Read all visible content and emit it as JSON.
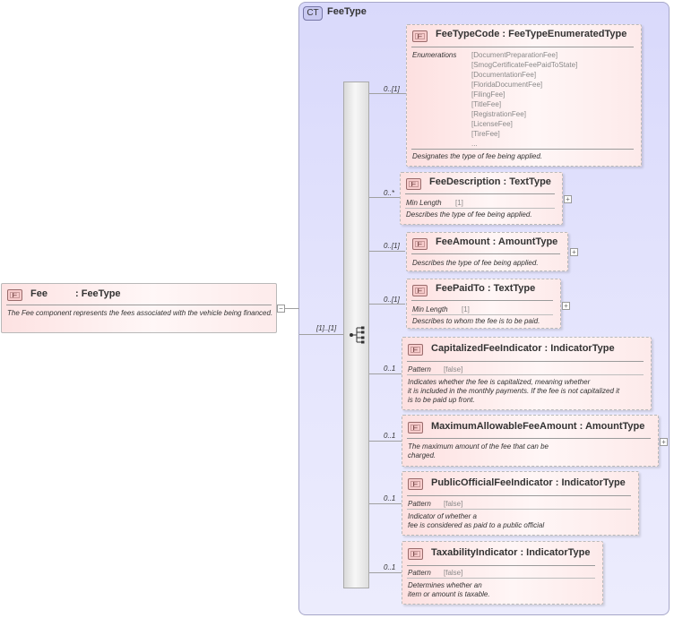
{
  "root": {
    "name": "Fee",
    "type": ": FeeType",
    "doc": "The Fee component represents the fees associated with the vehicle being financed.",
    "badge": "E",
    "collapse": "−"
  },
  "complex_type": {
    "badge": "CT",
    "name": "FeeType"
  },
  "sequence_cardinality": "[1]..[1]",
  "elements": [
    {
      "name": "FeeTypeCode",
      "type": ": FeeTypeEnumeratedType",
      "card": "0..[1]",
      "facet_label": "Enumerations",
      "facet_values": [
        "[DocumentPreparationFee]",
        "[SmogCertificateFeePaidToState]",
        "[DocumentationFee]",
        "[FloridaDocumentFee]",
        "[FilingFee]",
        "[TitleFee]",
        "[RegistrationFee]",
        "[LicenseFee]",
        "[TireFee]",
        "..."
      ],
      "doc": "Designates the type of fee being applied."
    },
    {
      "name": "FeeDescription",
      "type": ": TextType",
      "card": "0..*",
      "facet_label": "Min Length",
      "facet_values": [
        "[1]"
      ],
      "doc": "Describes the type of fee being applied.",
      "expand": "+"
    },
    {
      "name": "FeeAmount",
      "type": ": AmountType",
      "card": "0..[1]",
      "doc": "Describes the type of fee being applied.",
      "expand": "+"
    },
    {
      "name": "FeePaidTo",
      "type": ": TextType",
      "card": "0..[1]",
      "facet_label": "Min Length",
      "facet_values": [
        "[1]"
      ],
      "doc": "Describes to whom the fee is to be paid.",
      "expand": "+"
    },
    {
      "name": "CapitalizedFeeIndicator",
      "type": ": IndicatorType",
      "card": "0..1",
      "facet_label": "Pattern",
      "facet_values": [
        "[false]"
      ],
      "doc_lines": [
        "Indicates whether the fee is capitalized, meaning whether",
        "it is included in the monthly payments. If the fee is not capitalized it",
        "is to be paid up front."
      ]
    },
    {
      "name": "MaximumAllowableFeeAmount",
      "type": ": AmountType",
      "card": "0..1",
      "doc_lines": [
        "The maximum amount of the fee that can be",
        "charged."
      ],
      "expand": "+"
    },
    {
      "name": "PublicOfficialFeeIndicator",
      "type": ": IndicatorType",
      "card": "0..1",
      "facet_label": "Pattern",
      "facet_values": [
        "[false]"
      ],
      "doc_lines": [
        "Indicator of whether a",
        "fee is considered as paid to a public official"
      ]
    },
    {
      "name": "TaxabilityIndicator",
      "type": ": IndicatorType",
      "card": "0..1",
      "facet_label": "Pattern",
      "facet_values": [
        "[false]"
      ],
      "doc_lines": [
        "Determines whether an",
        "item or amount is taxable."
      ]
    }
  ],
  "badge_letter": "E"
}
